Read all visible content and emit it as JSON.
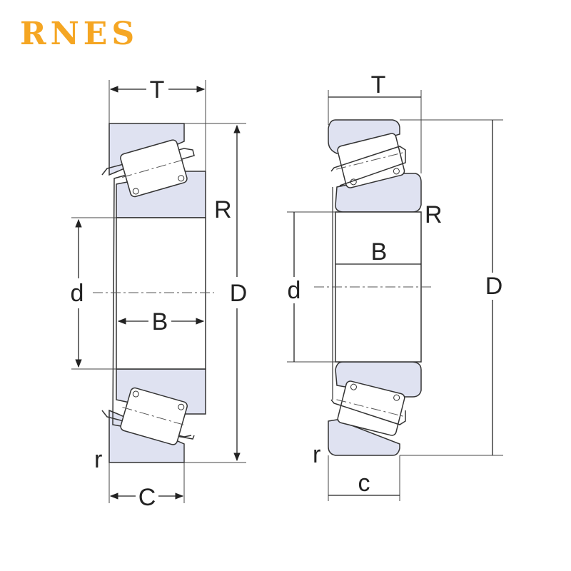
{
  "logo": {
    "text": "RNES",
    "color": "#f5a623"
  },
  "colors": {
    "ring_fill": "#dfe2f1",
    "line": "#333333"
  },
  "left_view": {
    "labels": {
      "T": "T",
      "R": "R",
      "d": "d",
      "B": "B",
      "D": "D",
      "r": "r",
      "C": "C"
    }
  },
  "right_view": {
    "labels": {
      "T": "T",
      "R": "R",
      "d": "d",
      "B": "B",
      "D": "D",
      "r": "r",
      "c": "c"
    }
  }
}
